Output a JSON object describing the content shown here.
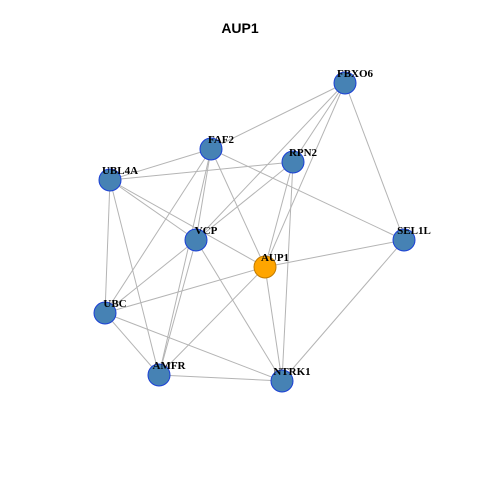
{
  "title": "AUP1",
  "colors": {
    "node": "#4682b4",
    "node_stroke": "#1a3fd6",
    "center": "#ffa500",
    "edge": "#b4b4b4"
  },
  "nodes": [
    {
      "id": "FBXO6",
      "label": "FBXO6",
      "role": "neighbor"
    },
    {
      "id": "FAF2",
      "label": "FAF2",
      "role": "neighbor"
    },
    {
      "id": "RPN2",
      "label": "RPN2",
      "role": "neighbor"
    },
    {
      "id": "UBL4A",
      "label": "UBL4A",
      "role": "neighbor"
    },
    {
      "id": "SEL1L",
      "label": "SEL1L",
      "role": "neighbor"
    },
    {
      "id": "VCP",
      "label": "VCP",
      "role": "neighbor"
    },
    {
      "id": "AUP1",
      "label": "AUP1",
      "role": "center"
    },
    {
      "id": "UBC",
      "label": "UBC",
      "role": "neighbor"
    },
    {
      "id": "AMFR",
      "label": "AMFR",
      "role": "neighbor"
    },
    {
      "id": "NTRK1",
      "label": "NTRK1",
      "role": "neighbor"
    }
  ],
  "edges": [
    [
      "FBXO6",
      "FAF2"
    ],
    [
      "FBXO6",
      "RPN2"
    ],
    [
      "FBXO6",
      "VCP"
    ],
    [
      "FBXO6",
      "AUP1"
    ],
    [
      "FBXO6",
      "SEL1L"
    ],
    [
      "FAF2",
      "UBL4A"
    ],
    [
      "FAF2",
      "VCP"
    ],
    [
      "FAF2",
      "AUP1"
    ],
    [
      "FAF2",
      "SEL1L"
    ],
    [
      "FAF2",
      "UBC"
    ],
    [
      "FAF2",
      "AMFR"
    ],
    [
      "RPN2",
      "UBL4A"
    ],
    [
      "RPN2",
      "VCP"
    ],
    [
      "RPN2",
      "AUP1"
    ],
    [
      "RPN2",
      "NTRK1"
    ],
    [
      "UBL4A",
      "VCP"
    ],
    [
      "UBL4A",
      "AUP1"
    ],
    [
      "UBL4A",
      "UBC"
    ],
    [
      "UBL4A",
      "AMFR"
    ],
    [
      "VCP",
      "UBC"
    ],
    [
      "VCP",
      "AMFR"
    ],
    [
      "VCP",
      "NTRK1"
    ],
    [
      "AUP1",
      "SEL1L"
    ],
    [
      "AUP1",
      "UBC"
    ],
    [
      "AUP1",
      "AMFR"
    ],
    [
      "AUP1",
      "NTRK1"
    ],
    [
      "SEL1L",
      "NTRK1"
    ],
    [
      "UBC",
      "AMFR"
    ],
    [
      "UBC",
      "NTRK1"
    ],
    [
      "AMFR",
      "NTRK1"
    ]
  ]
}
